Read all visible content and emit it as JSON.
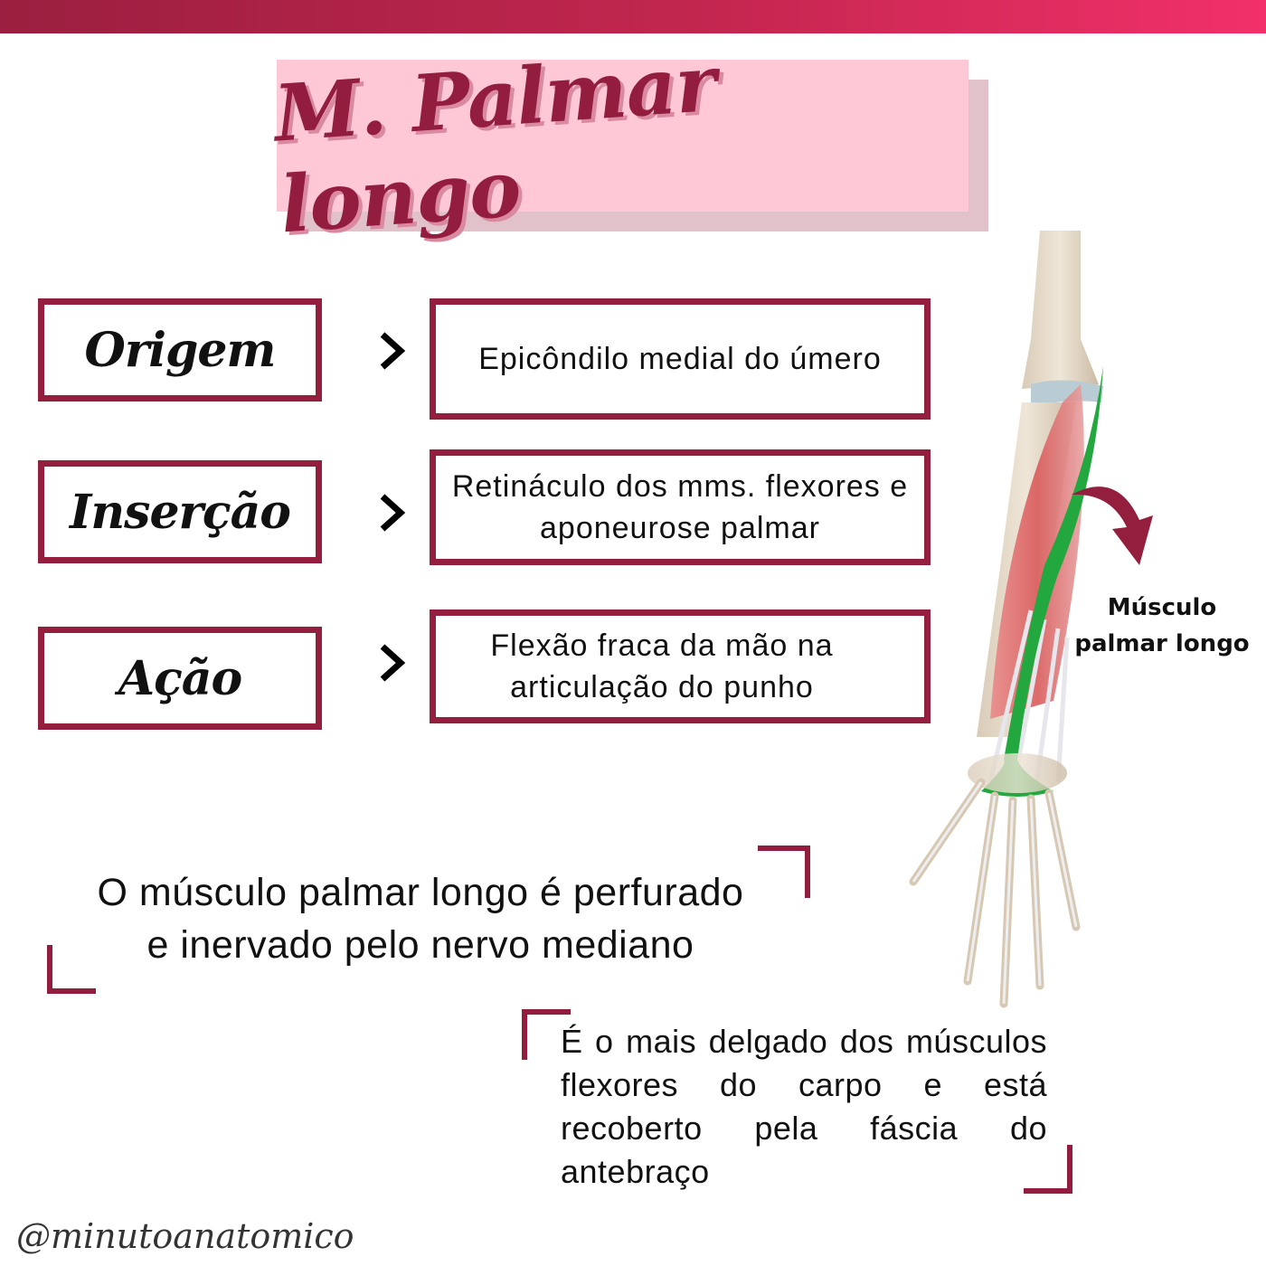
{
  "header": {
    "title": "M. Palmar longo",
    "accent_color": "#931e3e",
    "gradient": [
      "#9b1f40",
      "#f2306a"
    ],
    "title_bg": "#ffc8d6"
  },
  "rows": [
    {
      "label": "Origem",
      "arrow_icon": "chevron-right-icon",
      "value_lines": [
        "Epicôndilo medial do úmero"
      ]
    },
    {
      "label": "Inserção",
      "arrow_icon": "chevron-right-icon",
      "value_lines": [
        "Retináculo dos mms. flexores e",
        "aponeurose palmar"
      ]
    },
    {
      "label": "Ação",
      "arrow_icon": "chevron-right-icon",
      "value_lines": [
        "Flexão fraca da mão na",
        "articulação do punho"
      ]
    }
  ],
  "illustration": {
    "caption_lines": [
      "Músculo",
      "palmar longo"
    ],
    "highlight_color": "#1fa33c"
  },
  "notes": {
    "note1_lines": [
      "O músculo palmar longo é perfurado",
      "e inervado pelo nervo mediano"
    ],
    "note2": "É o mais delgado dos músculos flexores do carpo e está recoberto pela fáscia do antebraço"
  },
  "footer": {
    "handle": "@minutoanatomico"
  }
}
